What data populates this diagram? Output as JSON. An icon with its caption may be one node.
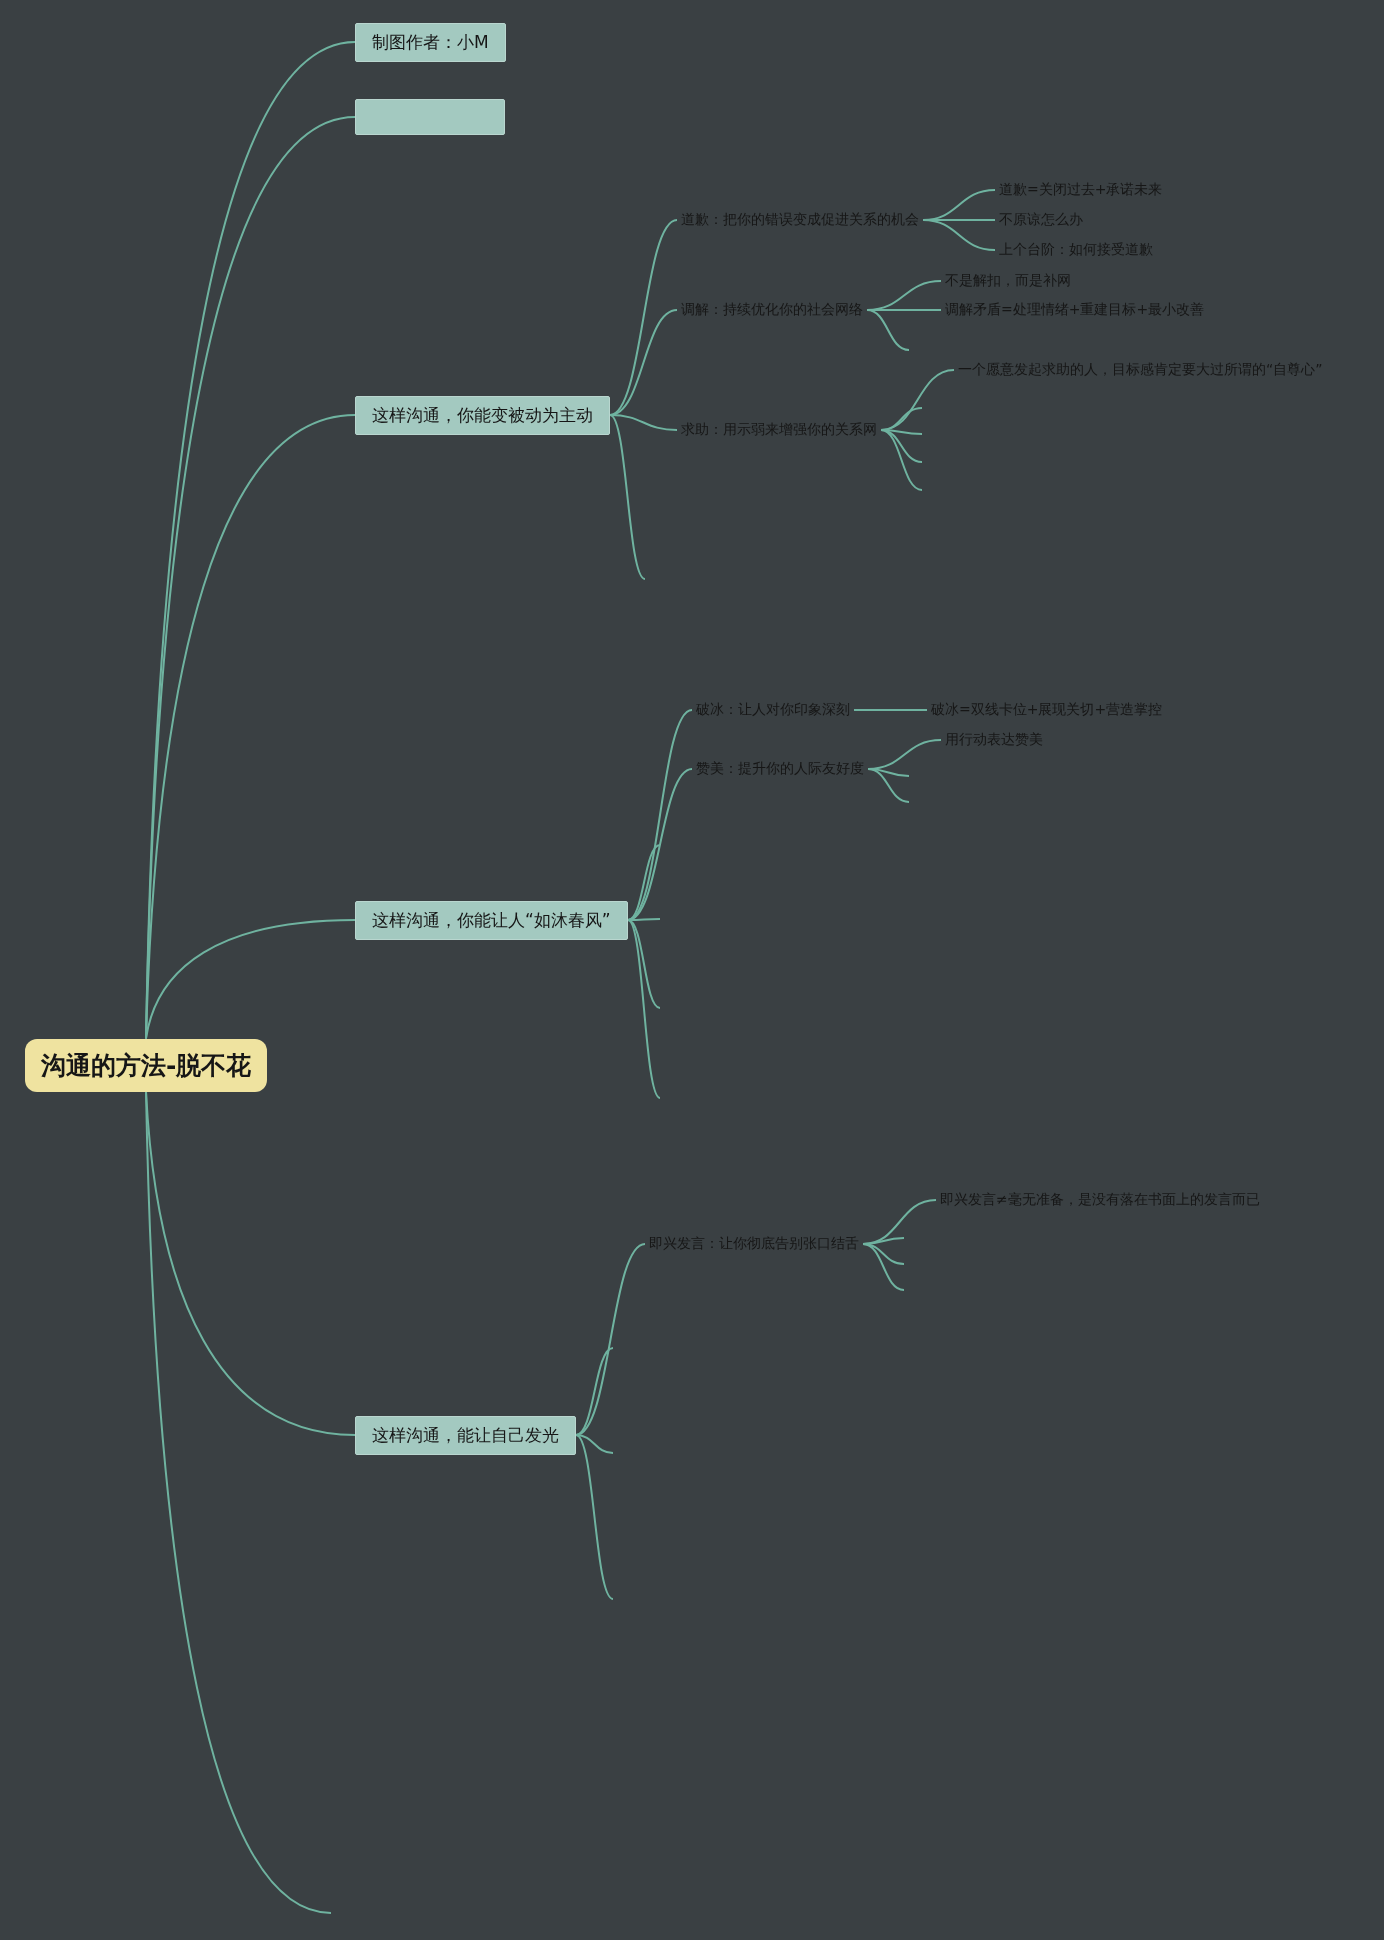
{
  "diagram": {
    "nodes": [
      {
        "text": [
          "沟通的方法-脱不花"
        ]
      },
      {
        "text": [
          "制图作者：小M"
        ]
      },
      {
        "text": [],
        "shape": "box"
      },
      {
        "text": [
          "这样沟通，你能变被动为主动"
        ]
      },
      {
        "text": [
          "道歉：把你的错误变成促进关系的机会"
        ]
      },
      {
        "text": [
          "道歉=关闭过去+承诺未来"
        ]
      },
      {
        "text": [
          "不原谅怎么办"
        ]
      },
      {
        "text": [
          "上个台阶：如何接受道歉"
        ]
      },
      {
        "text": [
          "调解：持续优化你的社会网络"
        ]
      },
      {
        "text": [
          "不是解扣，而是补网"
        ]
      },
      {
        "text": [
          "调解矛盾=处理情绪+重建目标+最小改善"
        ]
      },
      {
        "text": [
          "求助：用示弱来增强你的关系网"
        ]
      },
      {
        "text": [
          "一个愿意发起求助的人，目标感肯定要大过所谓的“自尊心”"
        ]
      },
      {
        "text": [
          "这样沟通，你能让人“如沐春风”"
        ]
      },
      {
        "text": [
          "破冰：让人对你印象深刻"
        ]
      },
      {
        "text": [
          "破冰=双线卡位+展现关切+营造掌控"
        ]
      },
      {
        "text": [
          "赞美：提升你的人际友好度"
        ]
      },
      {
        "text": [
          "用行动表达赞美"
        ]
      },
      {
        "text": [
          "这样沟通，能让自己发光"
        ]
      },
      {
        "text": [
          "即兴发言：让你彻底告别张口结舌"
        ]
      },
      {
        "text": [
          "即兴发言≠毫无准备，是没有落在书面上的发言而已"
        ]
      }
    ],
    "edges": [
      {
        "from": 0,
        "to": 1,
        "arrow": "none"
      },
      {
        "from": 0,
        "to": 2,
        "arrow": "none"
      },
      {
        "from": 0,
        "to": 3,
        "arrow": "none"
      },
      {
        "from": 0,
        "to": 13,
        "arrow": "none"
      },
      {
        "from": 0,
        "to": 18,
        "arrow": "none"
      },
      {
        "from": 0,
        "to": null,
        "arrow": "none"
      },
      {
        "from": 3,
        "to": 4,
        "arrow": "none"
      },
      {
        "from": 3,
        "to": 8,
        "arrow": "none"
      },
      {
        "from": 3,
        "to": 11,
        "arrow": "none"
      },
      {
        "from": 3,
        "to": null,
        "arrow": "none"
      },
      {
        "from": 4,
        "to": 5,
        "arrow": "none"
      },
      {
        "from": 4,
        "to": 6,
        "arrow": "none"
      },
      {
        "from": 4,
        "to": 7,
        "arrow": "none"
      },
      {
        "from": 8,
        "to": 9,
        "arrow": "none"
      },
      {
        "from": 8,
        "to": 10,
        "arrow": "none"
      },
      {
        "from": 8,
        "to": null,
        "arrow": "none"
      },
      {
        "from": 11,
        "to": 12,
        "arrow": "none"
      },
      {
        "from": 11,
        "to": null,
        "arrow": "none"
      },
      {
        "from": 11,
        "to": null,
        "arrow": "none"
      },
      {
        "from": 11,
        "to": null,
        "arrow": "none"
      },
      {
        "from": 11,
        "to": null,
        "arrow": "none"
      },
      {
        "from": 13,
        "to": 14,
        "arrow": "none"
      },
      {
        "from": 13,
        "to": 16,
        "arrow": "none"
      },
      {
        "from": 13,
        "to": null,
        "arrow": "none"
      },
      {
        "from": 13,
        "to": null,
        "arrow": "none"
      },
      {
        "from": 13,
        "to": null,
        "arrow": "none"
      },
      {
        "from": 13,
        "to": null,
        "arrow": "none"
      },
      {
        "from": 14,
        "to": 15,
        "arrow": "none"
      },
      {
        "from": 16,
        "to": 17,
        "arrow": "none"
      },
      {
        "from": 16,
        "to": null,
        "arrow": "none"
      },
      {
        "from": 16,
        "to": null,
        "arrow": "none"
      },
      {
        "from": 18,
        "to": 19,
        "arrow": "none"
      },
      {
        "from": 18,
        "to": null,
        "arrow": "none"
      },
      {
        "from": 18,
        "to": null,
        "arrow": "none"
      },
      {
        "from": 18,
        "to": null,
        "arrow": "none"
      },
      {
        "from": 19,
        "to": 20,
        "arrow": "none"
      },
      {
        "from": 19,
        "to": null,
        "arrow": "none"
      },
      {
        "from": 19,
        "to": null,
        "arrow": "none"
      },
      {
        "from": 19,
        "to": null,
        "arrow": "none"
      }
    ]
  }
}
